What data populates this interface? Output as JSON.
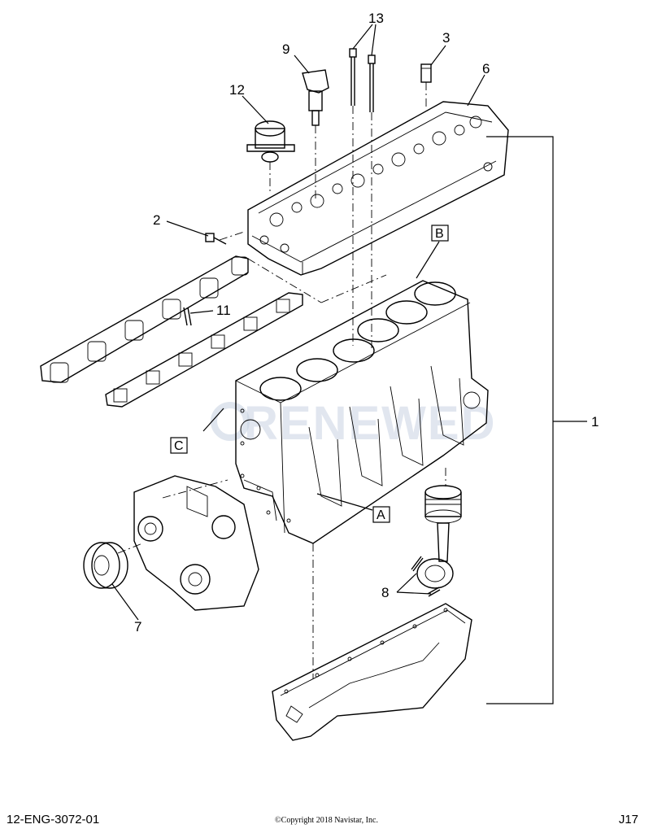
{
  "diagram": {
    "callouts": {
      "c1": "1",
      "c2": "2",
      "c3": "3",
      "c6": "6",
      "c7": "7",
      "c8": "8",
      "c9": "9",
      "c11": "11",
      "c12": "12",
      "c13": "13"
    },
    "boxes": {
      "A": "A",
      "B": "B",
      "C": "C"
    },
    "watermark": "RENEWED"
  },
  "footer": {
    "doc_id": "12-ENG-3072-01",
    "copyright": "©Copyright 2018 Navistar, Inc.",
    "page": "J17"
  }
}
